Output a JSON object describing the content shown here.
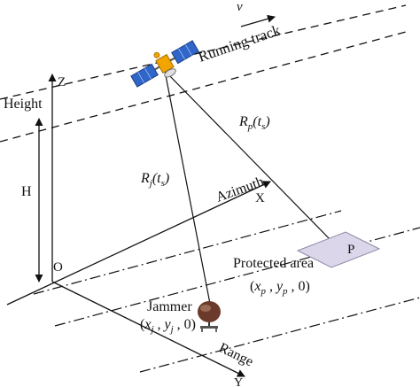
{
  "labels": {
    "velocity": "v",
    "running_track": "Running track",
    "z_axis": "Z",
    "height": "Height",
    "h": "H",
    "origin": "O",
    "azimuth": "Azimuth",
    "x_axis": "X",
    "range": "Range",
    "y_axis": "Y",
    "rp": "R_p(t_s)",
    "rj": "R_j(t_s)",
    "point_p": "P",
    "protected_area": "Protected area",
    "protected_coords": "(x_p , y_p , 0)",
    "jammer": "Jammer",
    "jammer_coords": "(x_j , y_j , 0)"
  },
  "colors": {
    "line": "#111111",
    "protected_area_fill": "#dcd6ea",
    "satellite_panel": "#2f66c8",
    "satellite_body": "#f2a400",
    "jammer": "#6b3a2a"
  }
}
